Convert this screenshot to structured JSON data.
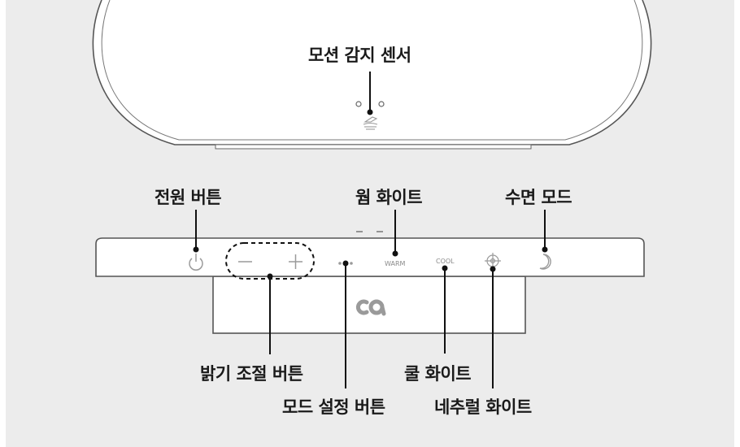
{
  "labels": {
    "motion_sensor": "모션 감지 센서",
    "power_button": "전원 버튼",
    "warm_white": "웜 화이트",
    "sleep_mode": "수면 모드",
    "brightness_button": "밝기 조절 버튼",
    "cool_white": "쿨 화이트",
    "mode_button": "모드 설정 버튼",
    "natural_white": "네추럴 화이트"
  },
  "panel_text": {
    "warm": "WARM",
    "cool": "COOL"
  },
  "colors": {
    "background": "#ececec",
    "device_fill": "#ffffff",
    "outline": "#555555",
    "icon_gray": "#9a9a9a",
    "leader": "#111111"
  },
  "icons": [
    "power-icon",
    "minus-icon",
    "plus-icon",
    "mode-dots-icon",
    "natural-target-icon",
    "moon-icon",
    "brand-logo-icon",
    "hand-wave-icon"
  ]
}
